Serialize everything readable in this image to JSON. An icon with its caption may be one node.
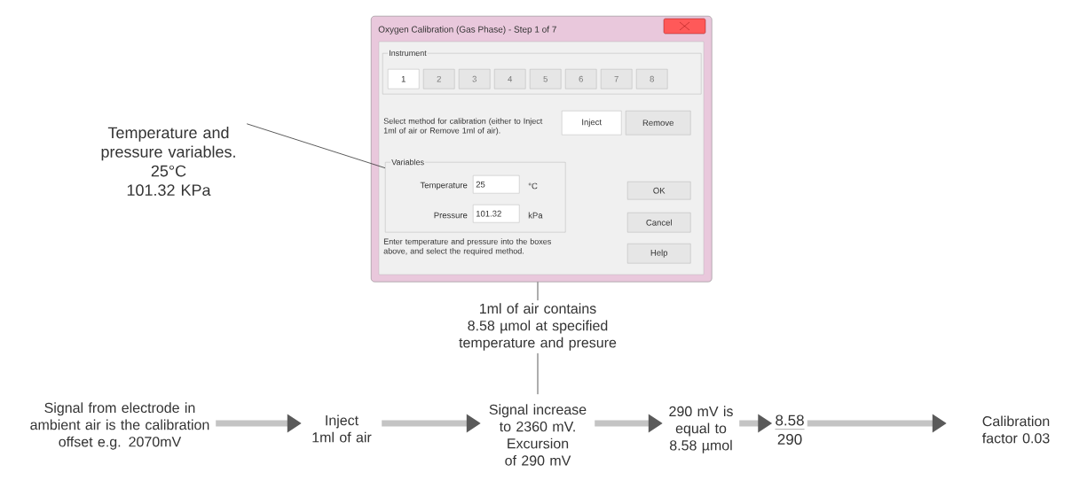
{
  "diagram": {
    "nodes": [
      {
        "text": [
          "Oxygen Calibration (Gas Phase) - Step 1 of 7",
          "Select method for calibration (either to Inject 1ml of air or Remove 1ml of air).",
          "Enter temperature and pressure into the boxes above, and select the required method."
        ]
      },
      {
        "text": [
          "Instrument"
        ],
        "in": 0
      },
      {
        "text": [
          "1"
        ],
        "in": 1
      },
      {
        "text": [
          "2"
        ],
        "in": 1
      },
      {
        "text": [
          "3"
        ],
        "in": 1
      },
      {
        "text": [
          "4"
        ],
        "in": 1
      },
      {
        "text": [
          "5"
        ],
        "in": 1
      },
      {
        "text": [
          "6"
        ],
        "in": 1
      },
      {
        "text": [
          "7"
        ],
        "in": 1
      },
      {
        "text": [
          "8"
        ],
        "in": 1
      },
      {
        "text": [
          "Inject"
        ],
        "in": 0
      },
      {
        "text": [
          "Remove"
        ],
        "in": 0
      },
      {
        "text": [
          "Temperature and pressure variables.",
          "25°C",
          "101.32 KPa"
        ]
      },
      {
        "text": [
          "Variables",
          "Temperature",
          "°C",
          "Pressure",
          "kPa"
        ],
        "in": 0
      },
      {
        "text": [
          "25"
        ],
        "in": 13
      },
      {
        "text": [
          "101.32"
        ],
        "in": 13
      },
      {
        "text": [
          "OK"
        ],
        "in": 0
      },
      {
        "text": [
          "Cancel"
        ],
        "in": 0
      },
      {
        "text": [
          "Help"
        ],
        "in": 0
      },
      {
        "text": [
          "1ml of air contains 8.58 µmol at specified temperature and presure"
        ]
      },
      {
        "text": [
          "Signal from electrode in ambient air is the calibration offset e.g. 2070mV"
        ]
      },
      {
        "text": [
          "Inject 1ml of air"
        ]
      },
      {
        "text": [
          "Signal increase to 2360 mV. Excursion of 290 mV"
        ]
      },
      {
        "text": [
          "290 mV is equal to 8.58 µmol"
        ]
      },
      {
        "text": [
          "8.58",
          "290"
        ]
      },
      {
        "text": [
          "Calibration factor 0.03"
        ]
      }
    ],
    "edges": [
      {
        "from": 12,
        "to": 13,
        "arrow": "none",
        "color": "#333333"
      },
      {
        "from": 19,
        "to": 0,
        "arrow": "none",
        "color": "#333333"
      },
      {
        "from": 19,
        "to": 22,
        "arrow": "none",
        "color": "#333333"
      },
      {
        "from": 20,
        "to": 21,
        "arrow": "to"
      },
      {
        "from": 21,
        "to": 22,
        "arrow": "to"
      },
      {
        "from": 22,
        "to": 23,
        "arrow": "to"
      },
      {
        "from": 23,
        "to": 24,
        "arrow": "to"
      },
      {
        "from": 24,
        "to": 25,
        "arrow": "to"
      }
    ]
  }
}
